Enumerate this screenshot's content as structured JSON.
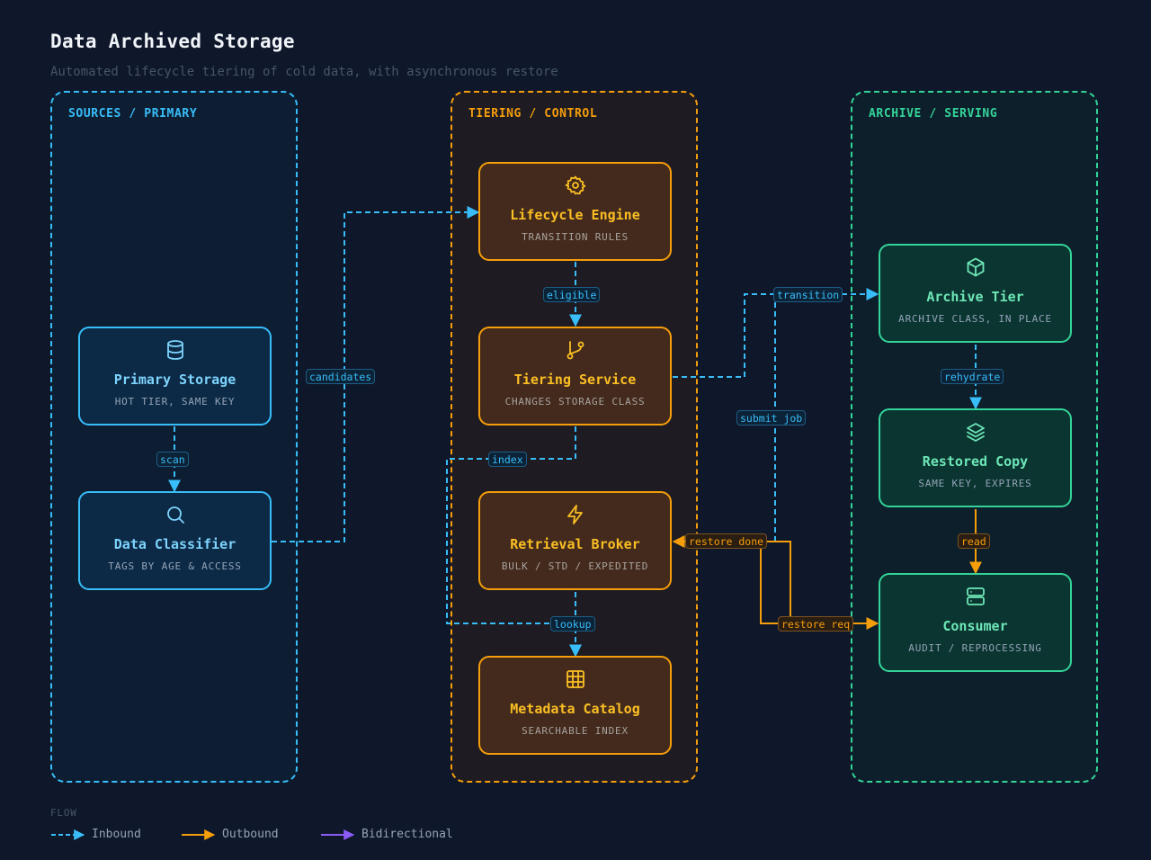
{
  "title": "Data Archived Storage",
  "subtitle": "Automated lifecycle tiering of cold data, with asynchronous restore",
  "colors": {
    "inbound": "#38bdf8",
    "outbound": "#f59e0b",
    "bidirectional": "#8b5cf6",
    "sources_group": "#38bdf8",
    "tiering_group": "#f59e0b",
    "archive_group": "#34d399"
  },
  "groups": {
    "sources": {
      "label": "SOURCES / PRIMARY"
    },
    "tiering": {
      "label": "TIERING / CONTROL"
    },
    "archive": {
      "label": "ARCHIVE / SERVING"
    }
  },
  "nodes": {
    "primary_storage": {
      "title": "Primary Storage",
      "subtitle": "HOT TIER, SAME KEY",
      "icon": "database-icon"
    },
    "data_classifier": {
      "title": "Data Classifier",
      "subtitle": "TAGS BY AGE & ACCESS",
      "icon": "search-icon"
    },
    "lifecycle_engine": {
      "title": "Lifecycle Engine",
      "subtitle": "TRANSITION RULES",
      "icon": "gear-icon"
    },
    "tiering_service": {
      "title": "Tiering Service",
      "subtitle": "CHANGES STORAGE CLASS",
      "icon": "git-branch-icon"
    },
    "retrieval_broker": {
      "title": "Retrieval Broker",
      "subtitle": "BULK / STD / EXPEDITED",
      "icon": "lightning-icon"
    },
    "metadata_catalog": {
      "title": "Metadata Catalog",
      "subtitle": "SEARCHABLE INDEX",
      "icon": "table-icon"
    },
    "archive_tier": {
      "title": "Archive Tier",
      "subtitle": "ARCHIVE CLASS, IN PLACE",
      "icon": "cube-icon"
    },
    "restored_copy": {
      "title": "Restored Copy",
      "subtitle": "SAME KEY, EXPIRES",
      "icon": "layers-icon"
    },
    "consumer": {
      "title": "Consumer",
      "subtitle": "AUDIT / REPROCESSING",
      "icon": "server-icon"
    }
  },
  "edges": {
    "scan": "scan",
    "candidates": "candidates",
    "eligible": "eligible",
    "transition": "transition",
    "index": "index",
    "lookup": "lookup",
    "submit_job": "submit job",
    "rehydrate": "rehydrate",
    "read": "read",
    "restore_done": "restore done",
    "restore_req": "restore req"
  },
  "legend": {
    "title": "FLOW",
    "inbound": "Inbound",
    "outbound": "Outbound",
    "bidirectional": "Bidirectional"
  }
}
